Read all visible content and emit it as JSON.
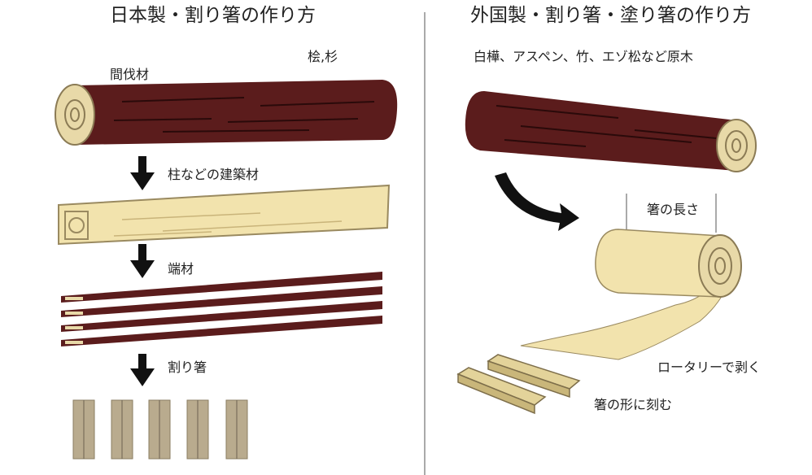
{
  "left": {
    "title": "日本製・割り箸の作り方",
    "species": "桧,杉",
    "step1": "間伐材",
    "step2": "柱などの建築材",
    "step3": "端材",
    "step4": "割り箸"
  },
  "right": {
    "title": "外国製・割り箸・塗り箸の作り方",
    "raw": "白樺、アスペン、竹、エゾ松など原木",
    "length": "箸の長さ",
    "rotary": "ロータリーで剥く",
    "carve": "箸の形に刻む"
  },
  "colors": {
    "bark": "#5b1c1c",
    "wood": "#f2e3ad",
    "chopstick": "#b9ab8e",
    "arrow": "#111111"
  }
}
